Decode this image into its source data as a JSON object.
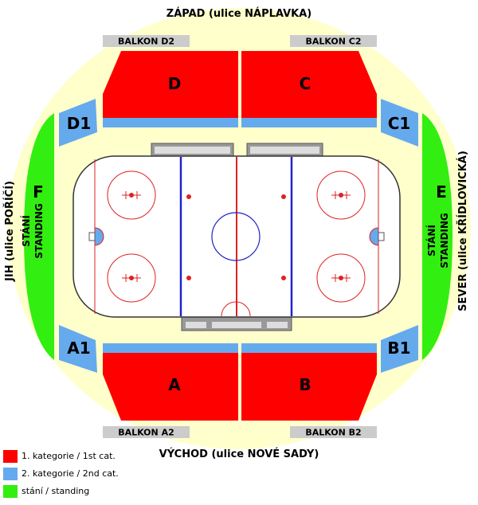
{
  "directions": {
    "top": "ZÁPAD (ulice NÁPLAVKA)",
    "bottom": "VÝCHOD (ulice NOVÉ SADY)",
    "left": "JIH (ulice POŘÍČÍ)",
    "right": "SEVER (ulice KŘÍDLOVICKÁ)"
  },
  "balconies": {
    "d2": "BALKON D2",
    "c2": "BALKON C2",
    "a2": "BALKON A2",
    "b2": "BALKON B2"
  },
  "sectors": {
    "a": "A",
    "b": "B",
    "c": "C",
    "d": "D",
    "a1": "A1",
    "b1": "B1",
    "c1": "C1",
    "d1": "D1",
    "e": "E",
    "f": "F"
  },
  "standing": {
    "line1": "STÁNÍ",
    "line2": "STANDING"
  },
  "legend": [
    {
      "label": "1. kategorie / 1st cat.",
      "color": "#ff0000"
    },
    {
      "label": "2. kategorie / 2nd cat.",
      "color": "#66aaee"
    },
    {
      "label": "stání / standing",
      "color": "#33ee11"
    }
  ],
  "colors": {
    "background_oval": "#ffffcc",
    "category_1": "#ff0000",
    "category_2": "#66aaee",
    "standing": "#33ee11",
    "balcony_box": "#cccccc",
    "rink_ice": "#ffffff",
    "rink_red_line": "#dd2222",
    "rink_blue_line": "#2222cc"
  }
}
